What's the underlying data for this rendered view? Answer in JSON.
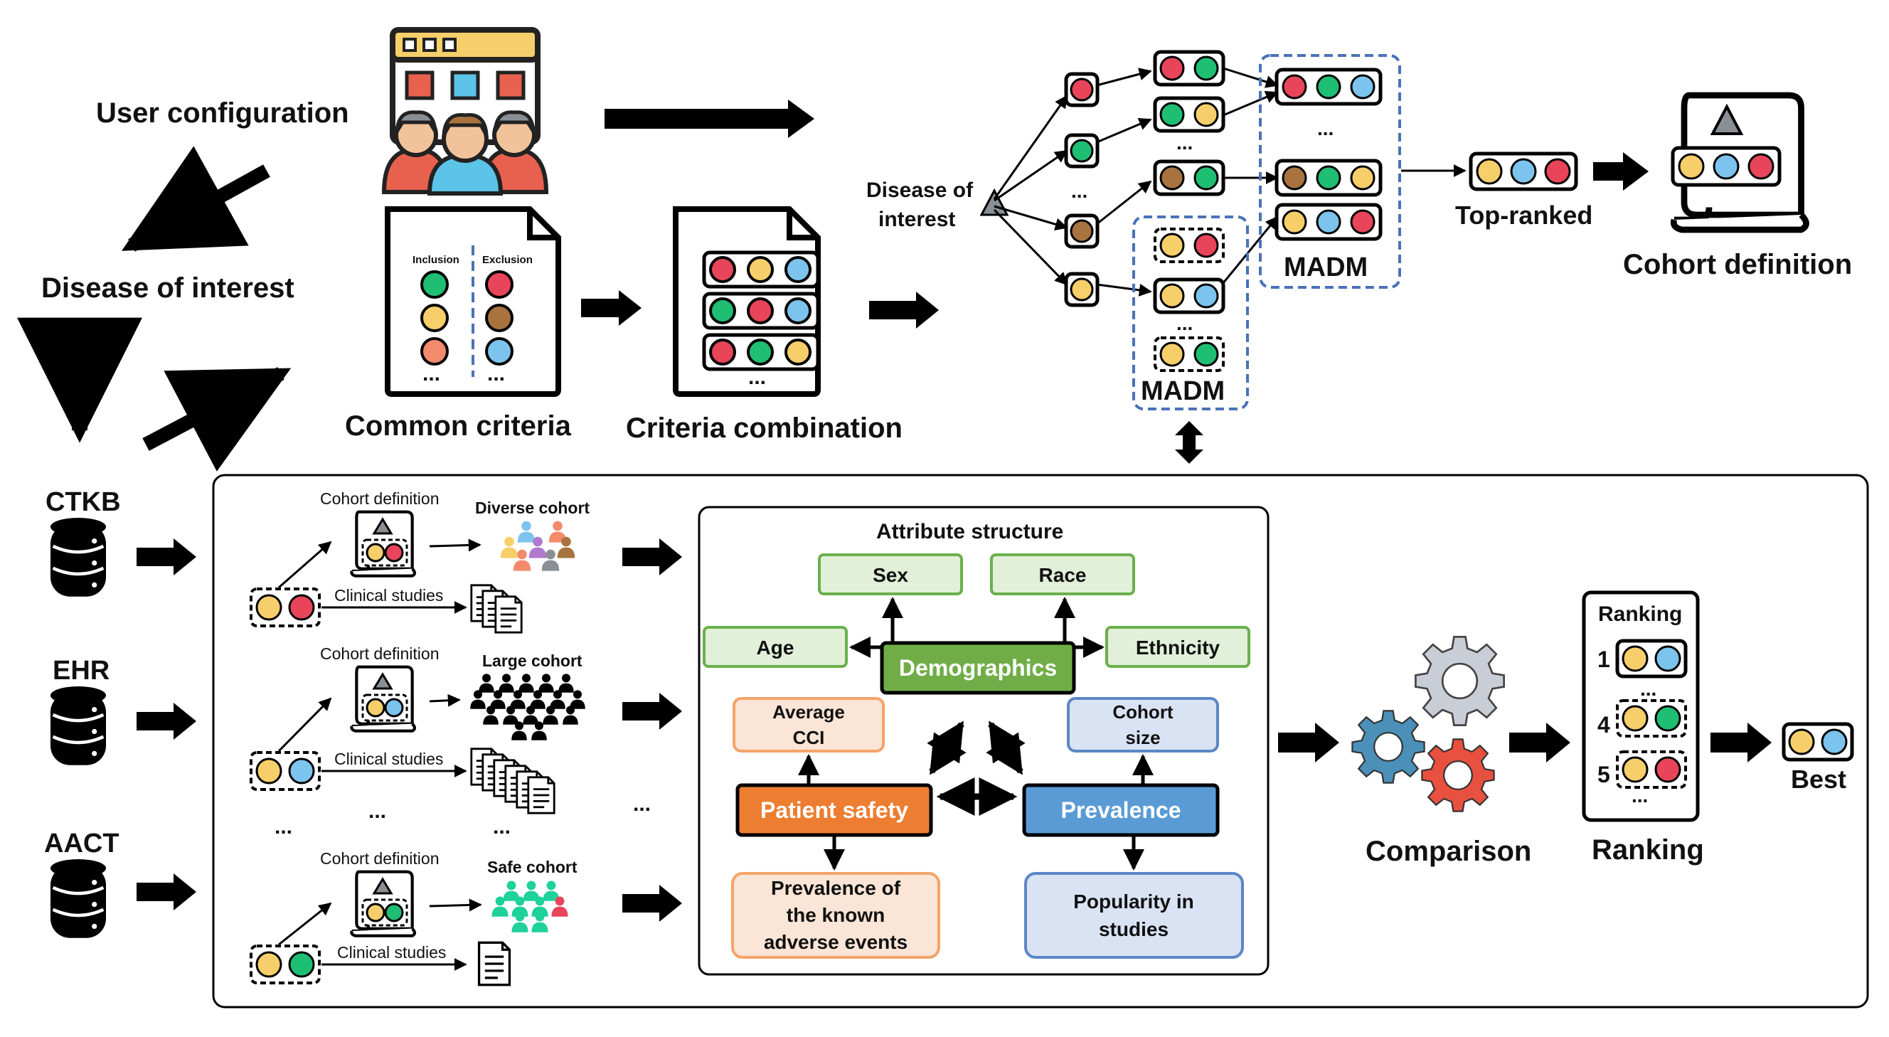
{
  "colors": {
    "red": "#e8455a",
    "green": "#1fbf73",
    "yellow": "#f7cf6a",
    "blue": "#7cc4ee",
    "brown": "#a8733f",
    "dashed_blue": "#4a72b8",
    "green_border": "#6ab04c",
    "green_fill": "#e2efd9",
    "green_dark_fill": "#70ad47",
    "orange_border": "#f4a46a",
    "orange_fill": "#fbe5d6",
    "orange_dark_fill": "#ed7d31",
    "blue_border": "#5b87c5",
    "blue_fill": "#dae3f3",
    "blue_dark_fill": "#5b9bd5"
  },
  "labels": {
    "user_configuration": "User configuration",
    "disease_of_interest": "Disease of interest",
    "common_criteria": "Common criteria",
    "criteria_combination": "Criteria combination",
    "disease_line1": "Disease of",
    "disease_line2": "interest",
    "madm_top": "MADM",
    "madm_bottom": "MADM",
    "top_ranked": "Top-ranked",
    "cohort_definition": "Cohort definition",
    "inclusion": "Inclusion",
    "exclusion": "Exclusion",
    "ellipsis": "...",
    "ctkb": "CTKB",
    "ehr": "EHR",
    "aact": "AACT"
  },
  "rows": {
    "cohort_definition_label": "Cohort definition",
    "clinical_studies_label": "Clinical studies",
    "diverse_cohort": "Diverse cohort",
    "large_cohort": "Large cohort",
    "safe_cohort": "Safe cohort"
  },
  "attribute_structure": {
    "title": "Attribute structure",
    "sex": "Sex",
    "race": "Race",
    "age": "Age",
    "ethnicity": "Ethnicity",
    "demographics": "Demographics",
    "average_cci_1": "Average",
    "average_cci_2": "CCI",
    "cohort_size_1": "Cohort",
    "cohort_size_2": "size",
    "patient_safety": "Patient safety",
    "prevalence": "Prevalence",
    "known_ae_1": "Prevalence of",
    "known_ae_2": "the known",
    "known_ae_3": "adverse events",
    "popularity_1": "Popularity in",
    "popularity_2": "studies"
  },
  "right_panel": {
    "comparison": "Comparison",
    "ranking_title": "Ranking",
    "ranking_caption": "Ranking",
    "rank_1": "1",
    "rank_4": "4",
    "rank_5": "5",
    "best": "Best"
  }
}
